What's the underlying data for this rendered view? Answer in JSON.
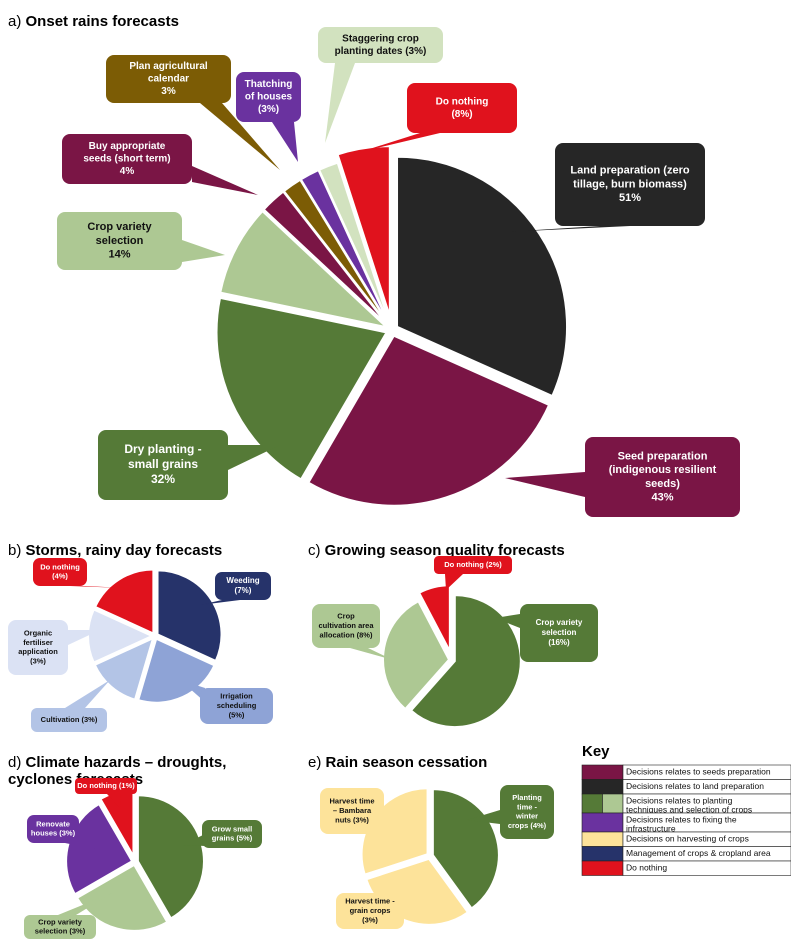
{
  "colors": {
    "seeds": "#7a1545",
    "land": "#262626",
    "planting_dark": "#557a37",
    "planting_light": "#adc893",
    "planting_pale": "#d2e2bf",
    "infrastructure": "#6a329f",
    "harvest": "#fde39a",
    "management_dark": "#26336a",
    "management_mid": "#8ea3d6",
    "management_light": "#b3c4e6",
    "management_pale": "#dbe2f4",
    "nothing": "#e0121d",
    "calendar": "#7c5c05"
  },
  "chart_data": [
    {
      "type": "pie",
      "letter": "a)",
      "title": "Onset rains forecasts",
      "labels": [
        "Land preparation (zero tillage, burn biomass) 51%",
        "Seed preparation (indigenous resilient seeds) 43%",
        "Dry planting - small grains 32%",
        "Crop variety selection 14%",
        "Buy appropriate seeds (short term) 4%",
        "Plan agricultural calendar 3%",
        "Thatching of houses (3%)",
        "Staggering crop planting dates (3%)",
        "Do nothing (8%)"
      ],
      "values": [
        51,
        43,
        32,
        14,
        4,
        3,
        3,
        3,
        8
      ],
      "color_keys": [
        "land",
        "seeds",
        "planting_dark",
        "planting_light",
        "seeds",
        "calendar",
        "infrastructure",
        "planting_pale",
        "nothing"
      ]
    },
    {
      "type": "pie",
      "letter": "b)",
      "title": "Storms, rainy day forecasts",
      "labels": [
        "Weeding (7%)",
        "Irrigation scheduling (5%)",
        "Cultivation (3%)",
        "Organic fertiliser application (3%)",
        "Do nothing (4%)"
      ],
      "values": [
        7,
        5,
        3,
        3,
        4
      ],
      "color_keys": [
        "management_dark",
        "management_mid",
        "management_light",
        "management_pale",
        "nothing"
      ]
    },
    {
      "type": "pie",
      "letter": "c)",
      "title": "Growing season quality forecasts",
      "labels": [
        "Crop variety selection (16%)",
        "Crop cultivation area allocation (8%)",
        "Do nothing (2%)"
      ],
      "values": [
        16,
        8,
        2
      ],
      "color_keys": [
        "planting_dark",
        "planting_light",
        "nothing"
      ]
    },
    {
      "type": "pie",
      "letter": "d)",
      "title": "Climate hazards – droughts, cyclones forecasts",
      "labels": [
        "Grow small grains (5%)",
        "Crop variety selection (3%)",
        "Renovate houses (3%)",
        "Do nothing (1%)"
      ],
      "values": [
        5,
        3,
        3,
        1
      ],
      "color_keys": [
        "planting_dark",
        "planting_light",
        "infrastructure",
        "nothing"
      ]
    },
    {
      "type": "pie",
      "letter": "e)",
      "title": "Rain season cessation",
      "labels": [
        "Planting time - winter crops (4%)",
        "Harvest time - grain crops (3%)",
        "Harvest time – Bambara nuts (3%)"
      ],
      "values": [
        4,
        3,
        3
      ],
      "color_keys": [
        "planting_dark",
        "harvest",
        "harvest"
      ]
    }
  ],
  "callouts": [
    [
      "Land preparation (zero",
      "tillage, burn biomass)",
      "51%"
    ],
    [
      "Seed preparation",
      "(indigenous resilient",
      "seeds)",
      "43%"
    ],
    [
      "Dry planting -",
      "small grains",
      "32%"
    ],
    [
      "Crop variety",
      "selection",
      "14%"
    ],
    [
      "Buy appropriate",
      "seeds (short term)",
      "4%"
    ],
    [
      "Plan agricultural",
      "calendar",
      "3%"
    ],
    [
      "Thatching",
      "of houses",
      "(3%)"
    ],
    [
      "Staggering crop",
      "planting dates (3%)"
    ],
    [
      "Do nothing",
      "(8%)"
    ],
    [
      "Weeding",
      "(7%)"
    ],
    [
      "Irrigation",
      "scheduling",
      "(5%)"
    ],
    [
      "Cultivation (3%)"
    ],
    [
      "Organic",
      "fertiliser",
      "application",
      "(3%)"
    ],
    [
      "Do nothing",
      "(4%)"
    ],
    [
      "Crop variety",
      "selection",
      "(16%)"
    ],
    [
      "Crop",
      "cultivation area",
      "allocation (8%)"
    ],
    [
      "Do nothing (2%)"
    ],
    [
      "Grow small",
      "grains (5%)"
    ],
    [
      "Crop variety",
      "selection (3%)"
    ],
    [
      "Renovate",
      "houses (3%)"
    ],
    [
      "Do nothing (1%)"
    ],
    [
      "Planting",
      "time -",
      "winter",
      "crops (4%)"
    ],
    [
      "Harvest time -",
      "grain crops",
      "(3%)"
    ],
    [
      "Harvest time",
      "– Bambara",
      "nuts (3%)"
    ]
  ],
  "key": {
    "title": "Key",
    "items": [
      {
        "label": "Decisions relates to seeds preparation",
        "colors": [
          "seeds"
        ]
      },
      {
        "label": "Decisions relates to land preparation",
        "colors": [
          "land"
        ]
      },
      {
        "label": "Decisions relates to planting techniques and selection of crops",
        "colors": [
          "planting_dark",
          "planting_light"
        ]
      },
      {
        "label": "Decisions relates to fixing the infrastructure",
        "colors": [
          "infrastructure"
        ]
      },
      {
        "label": "Decisions on harvesting of crops",
        "colors": [
          "harvest"
        ]
      },
      {
        "label": "Management of crops & cropland area",
        "colors": [
          "management_dark"
        ]
      },
      {
        "label": "Do nothing",
        "colors": [
          "nothing"
        ]
      }
    ]
  }
}
